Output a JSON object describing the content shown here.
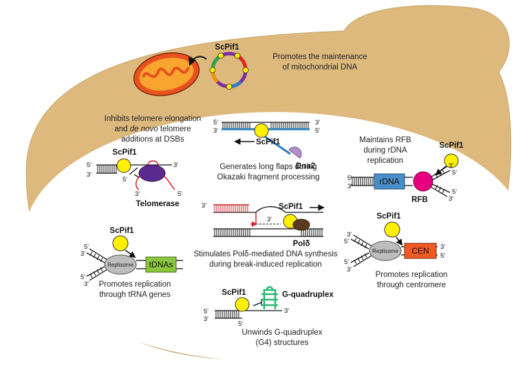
{
  "colors": {
    "cell_fill": "#ddb97e",
    "inner_fill": "#ffffff",
    "pif1_yellow": "#ffef00",
    "mito_orange": "#f07a2b",
    "telomerase_purple": "#6c2c9e",
    "dna2_purple": "#b490c8",
    "rdna_blue": "#4a8ec9",
    "rfb_magenta": "#e6007e",
    "tdna_green": "#8cc63f",
    "cen_orange": "#ef5a24",
    "g4_green": "#2bb673",
    "strand_red": "#d2232a",
    "strand_blue": "#2c7fc0",
    "pol_brown": "#5a3a1e"
  },
  "mito": {
    "label": "ScPif1",
    "caption_line1": "Promotes the maintenance",
    "caption_line2": "of mitochondrial DNA"
  },
  "telomere": {
    "caption_line1": "Inhibits telomere elongation",
    "caption_line2_italic": "de novo",
    "caption_line2_pre": "and",
    "caption_line2_post": "telomere",
    "caption_line3": "additions at DSBs",
    "pif1": "ScPif1",
    "enzyme": "Telomerase",
    "end5a": "5'",
    "end3a": "3'",
    "end5b": "5'",
    "end3b": "3'",
    "end3c": "3'",
    "end5c": "5'"
  },
  "okazaki": {
    "end5a": "5'",
    "end3a": "3'",
    "end3b": "3'",
    "end5b": "5'",
    "pif1": "ScPif1",
    "nuclease": "Dna2",
    "caption_line1": "Generates long flaps during",
    "caption_line2": "Okazaki fragment processing"
  },
  "rfb": {
    "caption_line1": "Maintains RFB",
    "caption_line2": "during rDNA",
    "caption_line3": "replication",
    "pif1": "ScPif1",
    "box": "rDNA",
    "barrier": "RFB",
    "e1": "5'",
    "e2": "3'",
    "e3": "3'",
    "e4": "5'",
    "e5": "5'",
    "e6": "3'"
  },
  "bir": {
    "end3a": "3'",
    "end3b": "3'",
    "pif1": "ScPif1",
    "pol": "Polδ",
    "caption_line1": "Stimulates Polδ-mediated DNA synthesis",
    "caption_line2": "during break-induced replication"
  },
  "trna": {
    "pif1": "ScPif1",
    "replisome": "Replisome",
    "box": "tDNAs",
    "e1": "5'",
    "e2": "3'",
    "e3": "5'",
    "e4": "3'",
    "caption_line1": "Promotes replication",
    "caption_line2": "through tRNA genes"
  },
  "cen": {
    "pif1": "ScPif1",
    "replisome": "Replisome",
    "box": "CEN",
    "e1": "3'",
    "e2": "5'",
    "e3": "5'",
    "e4": "3'",
    "e5": "3'",
    "e6": "5'",
    "caption_line1": "Promotes replication",
    "caption_line2": "through centromere"
  },
  "g4": {
    "pif1": "ScPif1",
    "structure": "G-quadruplex",
    "e1": "5'",
    "e2": "3'",
    "e3": "5'",
    "e4": "3'",
    "caption_line1": "Unwinds G-quadruplex",
    "caption_line2": "(G4) structures"
  }
}
